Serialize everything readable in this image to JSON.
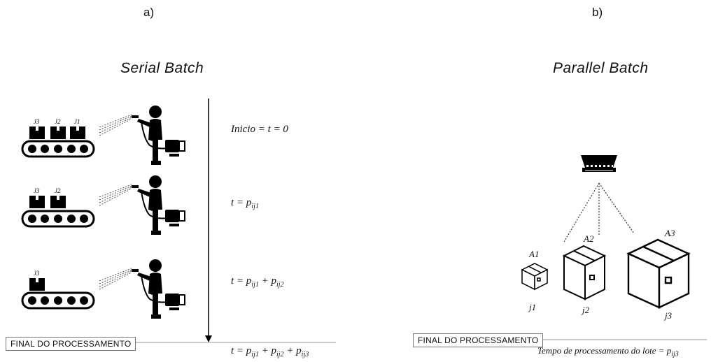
{
  "panel_a": {
    "label": "a)",
    "title": "Serial Batch",
    "rows": [
      {
        "jobs": [
          "J3",
          "J2",
          "J1"
        ],
        "equation": "Inicio = t = 0"
      },
      {
        "jobs": [
          "J3",
          "J2"
        ],
        "equation_parts": [
          "t = p",
          "ij1"
        ]
      },
      {
        "jobs": [
          "J3"
        ],
        "equation_parts": [
          "t = p",
          "ij1",
          " + p",
          "ij2"
        ]
      }
    ],
    "final_label": "FINAL DO PROCESSAMENTO",
    "final_equation_parts": [
      "t = p",
      "ij1",
      " + p",
      "ij2",
      " + p",
      "ij3"
    ]
  },
  "panel_b": {
    "label": "b)",
    "title": "Parallel Batch",
    "boxes": [
      {
        "top": "A1",
        "bottom": "j1"
      },
      {
        "top": "A2",
        "bottom": "j2"
      },
      {
        "top": "A3",
        "bottom": "j3"
      }
    ],
    "final_label": "FINAL DO PROCESSAMENTO",
    "final_equation_parts": [
      "Tempo de processamento do lote = p",
      "ij3"
    ]
  }
}
